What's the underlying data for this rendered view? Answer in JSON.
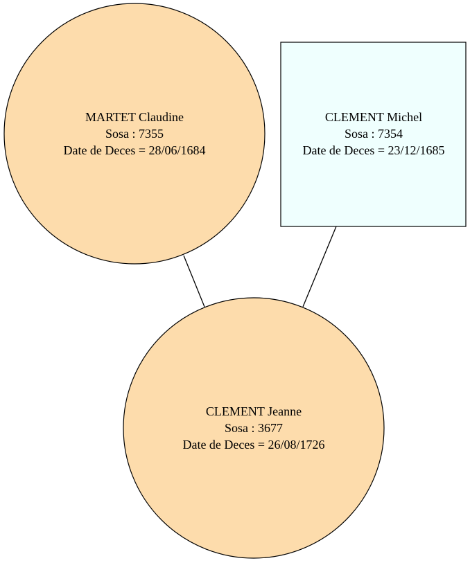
{
  "colors": {
    "female_fill": "#fddcac",
    "male_fill": "#effffe",
    "stroke": "#000000",
    "background": "#ffffff"
  },
  "nodes": {
    "mother": {
      "shape": "circle",
      "sex": "female",
      "name": "MARTET Claudine",
      "sosa": "Sosa : 7355",
      "death": "Date de Deces = 28/06/1684"
    },
    "father": {
      "shape": "box",
      "sex": "male",
      "name": "CLEMENT Michel",
      "sosa": "Sosa : 7354",
      "death": "Date de Deces = 23/12/1685"
    },
    "child": {
      "shape": "circle",
      "sex": "female",
      "name": "CLEMENT Jeanne",
      "sosa": "Sosa : 3677",
      "death": "Date de Deces = 26/08/1726"
    }
  },
  "edges": [
    {
      "from": "mother",
      "to": "child"
    },
    {
      "from": "father",
      "to": "child"
    }
  ]
}
